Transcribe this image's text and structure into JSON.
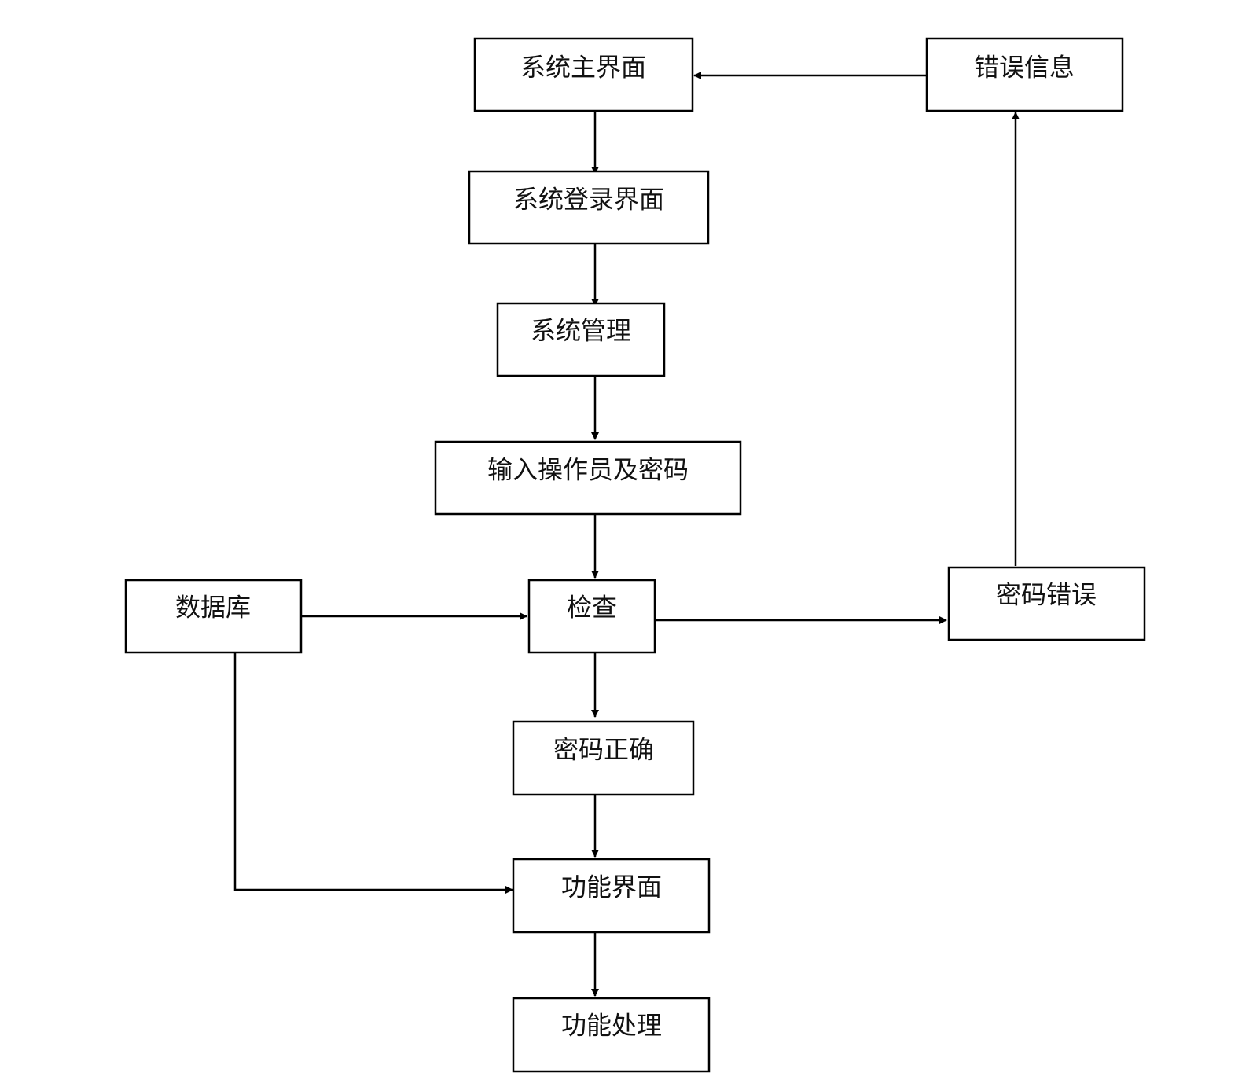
{
  "diagram": {
    "nodes": {
      "main_ui": "系统主界面",
      "error_info": "错误信息",
      "login_ui": "系统登录界面",
      "sys_mgmt": "系统管理",
      "input_cred": "输入操作员及密码",
      "database": "数据库",
      "check": "检查",
      "pwd_wrong": "密码错误",
      "pwd_correct": "密码正确",
      "func_ui": "功能界面",
      "func_proc": "功能处理"
    },
    "edges": [
      {
        "from": "main_ui",
        "to": "login_ui"
      },
      {
        "from": "login_ui",
        "to": "sys_mgmt"
      },
      {
        "from": "sys_mgmt",
        "to": "input_cred"
      },
      {
        "from": "input_cred",
        "to": "check"
      },
      {
        "from": "database",
        "to": "check"
      },
      {
        "from": "check",
        "to": "pwd_wrong"
      },
      {
        "from": "pwd_wrong",
        "to": "error_info"
      },
      {
        "from": "error_info",
        "to": "main_ui"
      },
      {
        "from": "check",
        "to": "pwd_correct"
      },
      {
        "from": "pwd_correct",
        "to": "func_ui"
      },
      {
        "from": "database",
        "to": "func_ui"
      },
      {
        "from": "func_ui",
        "to": "func_proc"
      }
    ]
  }
}
